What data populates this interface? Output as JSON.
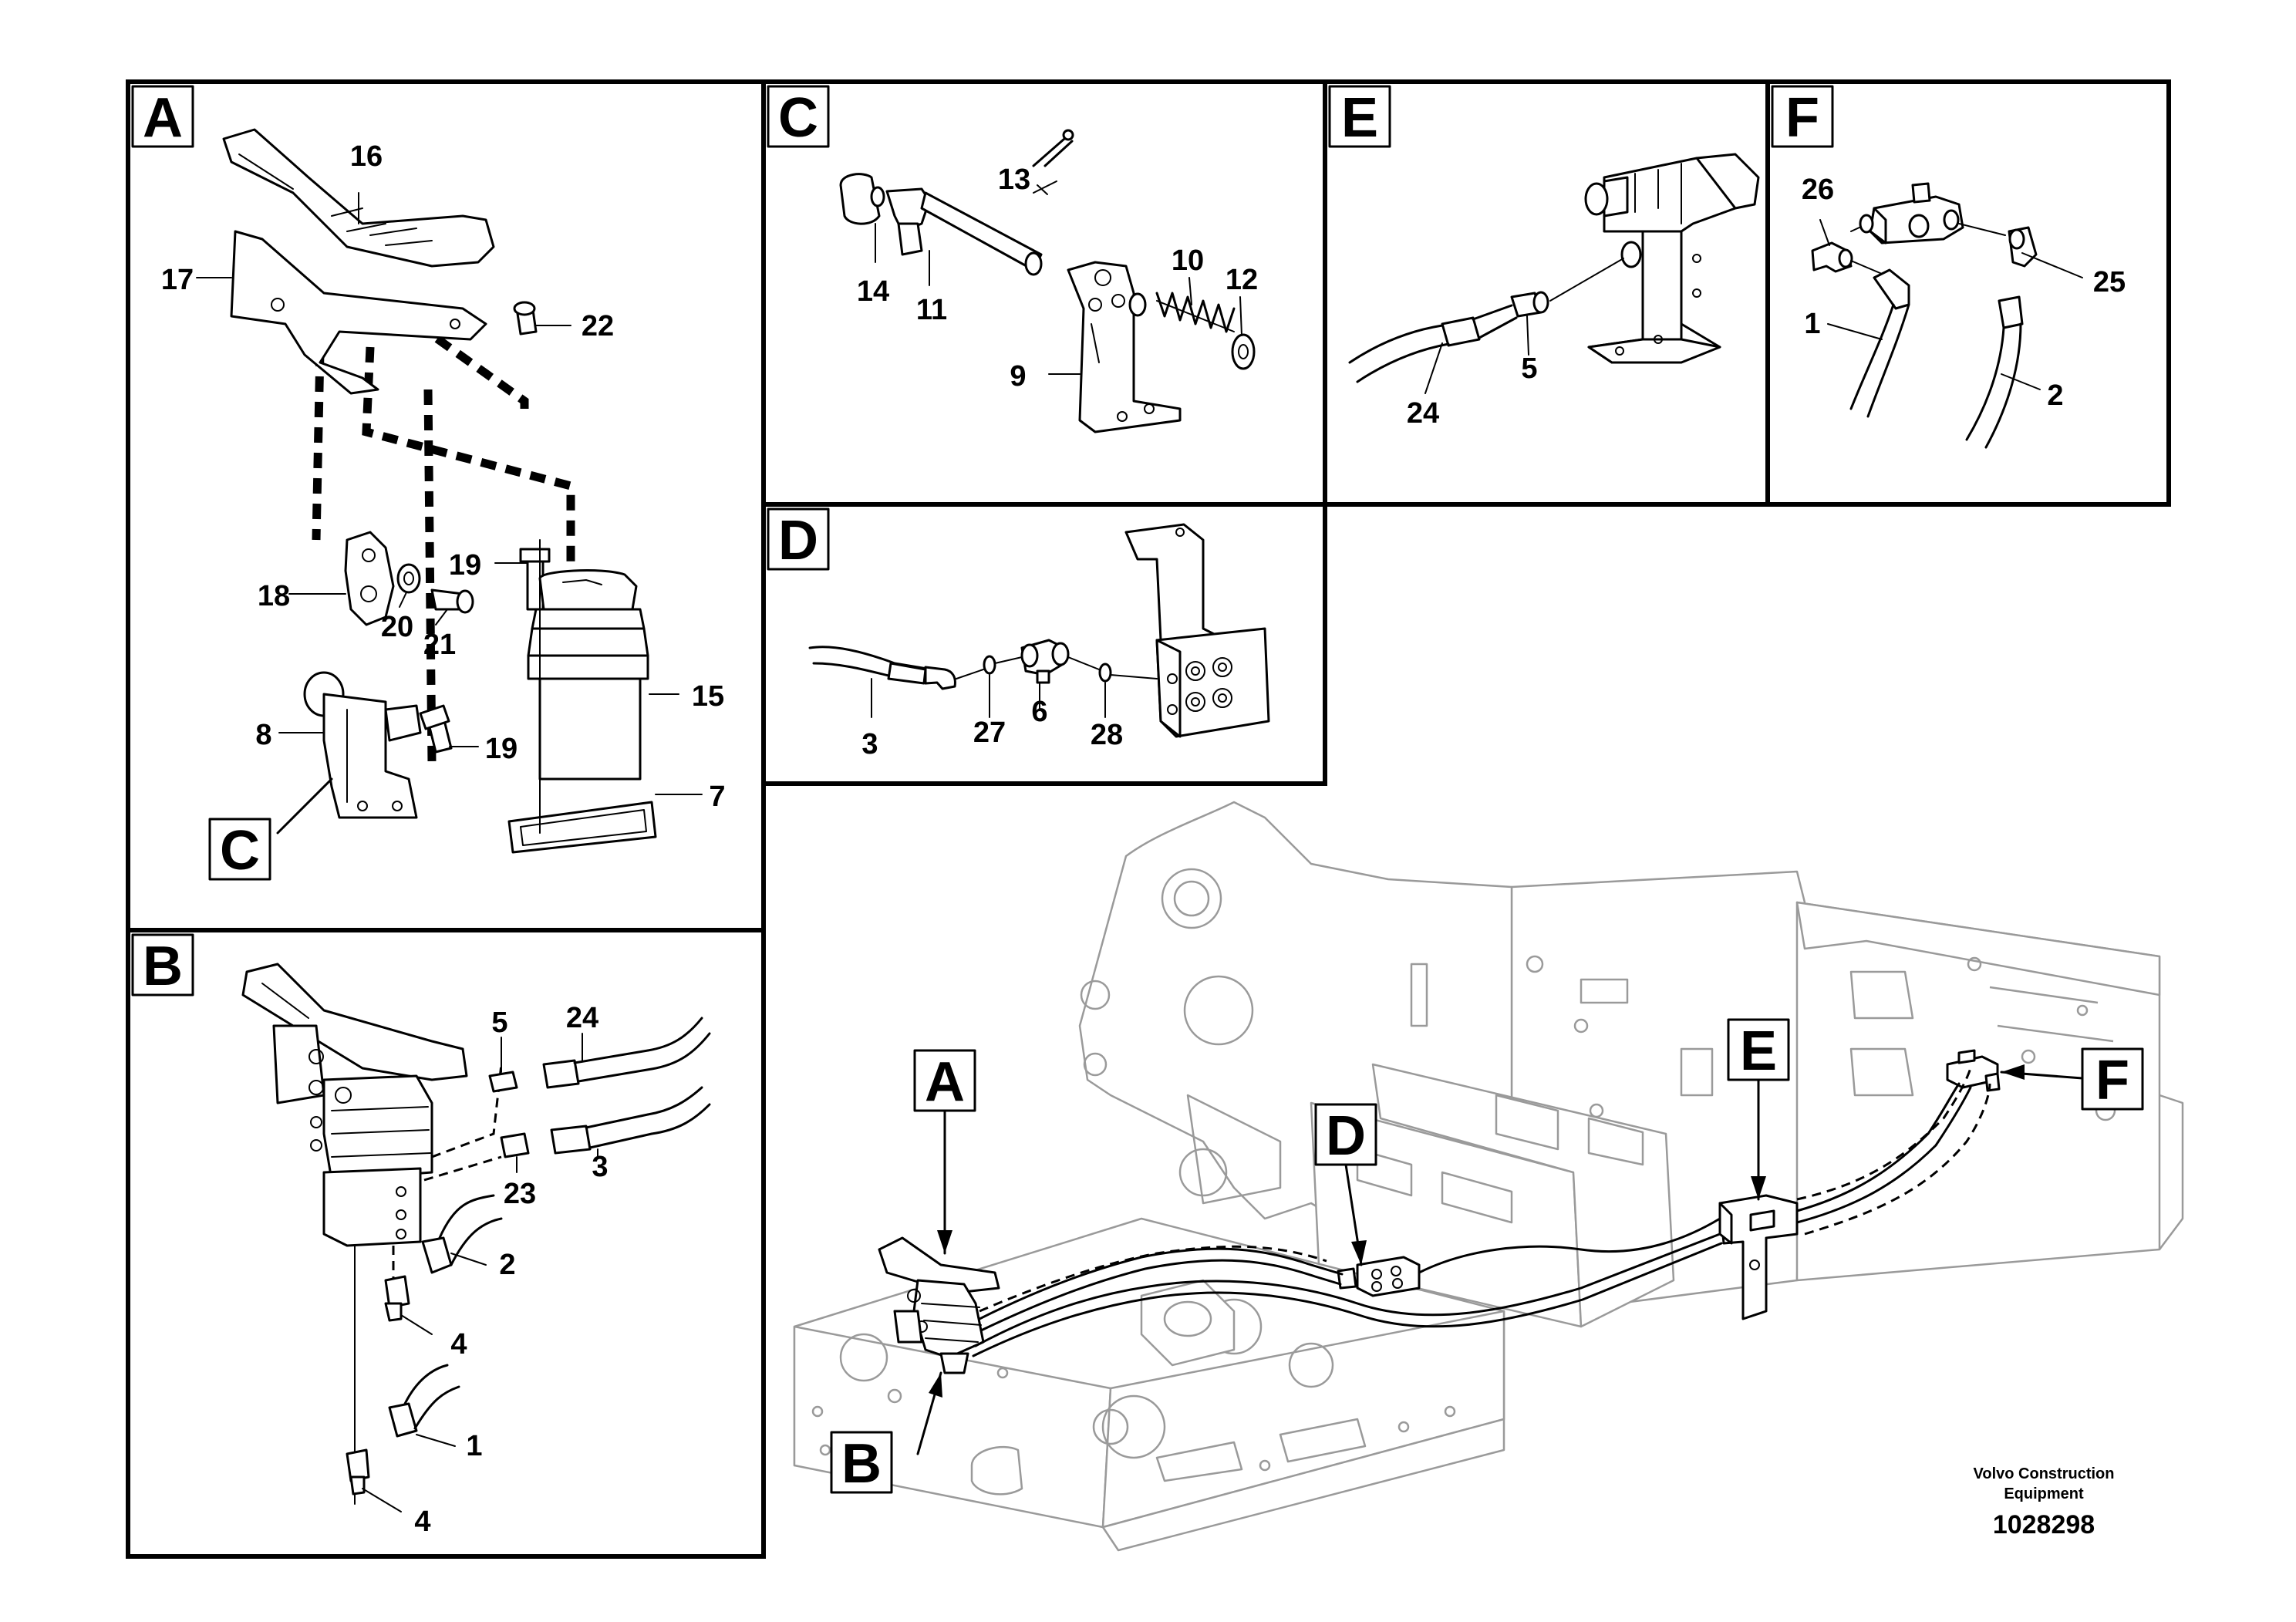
{
  "panels": {
    "A": "A",
    "B": "B",
    "C": "C",
    "D": "D",
    "E": "E",
    "F": "F"
  },
  "callouts": {
    "A": "A",
    "B": "B",
    "C": "C",
    "D": "D",
    "E": "E",
    "F": "F"
  },
  "parts": {
    "p1": "1",
    "p2": "2",
    "p3": "3",
    "p4": "4",
    "p5": "5",
    "p6": "6",
    "p7": "7",
    "p8": "8",
    "p9": "9",
    "p10": "10",
    "p11": "11",
    "p12": "12",
    "p13": "13",
    "p14": "14",
    "p15": "15",
    "p16": "16",
    "p17": "17",
    "p18": "18",
    "p19": "19",
    "p20": "20",
    "p21": "21",
    "p22": "22",
    "p23": "23",
    "p24": "24",
    "p25": "25",
    "p26": "26",
    "p27": "27",
    "p28": "28"
  },
  "footer": {
    "company_line1": "Volvo Construction",
    "company_line2": "Equipment",
    "drawing_number": "1028298"
  }
}
